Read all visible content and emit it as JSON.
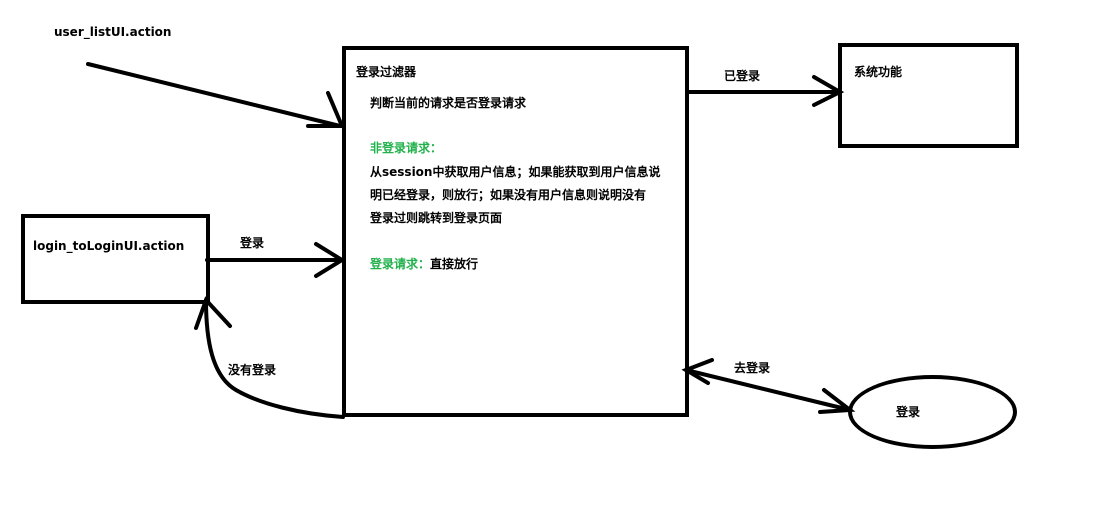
{
  "nodes": {
    "user_list_action": "user_listUI.action",
    "login_to_login_action": "login_toLoginUI.action",
    "login_filter": {
      "title": "登录过滤器",
      "check_line": "判断当前的请求是否登录请求",
      "non_login_label": "非登录请求：",
      "non_login_desc_1": "从session中获取用户信息；如果能获取到用户信息说",
      "non_login_desc_2": "明已经登录，则放行；如果没有用户信息则说明没有",
      "non_login_desc_3": "登录过则跳转到登录页面",
      "login_label": "登录请求：",
      "login_desc": "直接放行"
    },
    "system_function": "系统功能",
    "login_ellipse": "登录"
  },
  "edges": {
    "login_edge": "登录",
    "logged_in_edge": "已登录",
    "not_logged_in_edge": "没有登录",
    "go_login_edge": "去登录"
  },
  "colors": {
    "line": "#000000",
    "highlight": "#22b14c"
  }
}
